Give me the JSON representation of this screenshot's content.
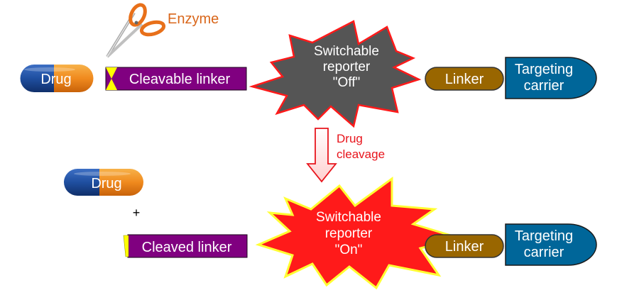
{
  "enzyme": {
    "label": "Enzyme",
    "icon": "scissors-icon"
  },
  "top_row": {
    "drug": "Drug",
    "cleavable_linker": "Cleavable linker",
    "reporter_off": [
      "Switchable",
      "reporter",
      "\"Off\""
    ],
    "linker": "Linker",
    "targeting_carrier": [
      "Targeting",
      "carrier"
    ]
  },
  "arrow": {
    "label": [
      "Drug",
      "cleavage"
    ]
  },
  "bottom_row": {
    "drug": "Drug",
    "plus": "+",
    "cleaved_linker": "Cleaved linker",
    "reporter_on": [
      "Switchable",
      "reporter",
      "\"On\""
    ],
    "linker": "Linker",
    "targeting_carrier": [
      "Targeting",
      "carrier"
    ]
  },
  "colors": {
    "drug_blue": "#1f4fa0",
    "drug_orange": "#f08a1e",
    "linker_purple": "#800080",
    "linker_yellow": "#ffff00",
    "burst_off": "#555555",
    "burst_off_outline": "#ff1a1a",
    "burst_on": "#ff1a1a",
    "burst_on_outline": "#ffff33",
    "linker_pill": "#996600",
    "carrier_blue": "#006699",
    "annotation_red": "#e8141c",
    "enzyme_orange": "#d9661a"
  }
}
